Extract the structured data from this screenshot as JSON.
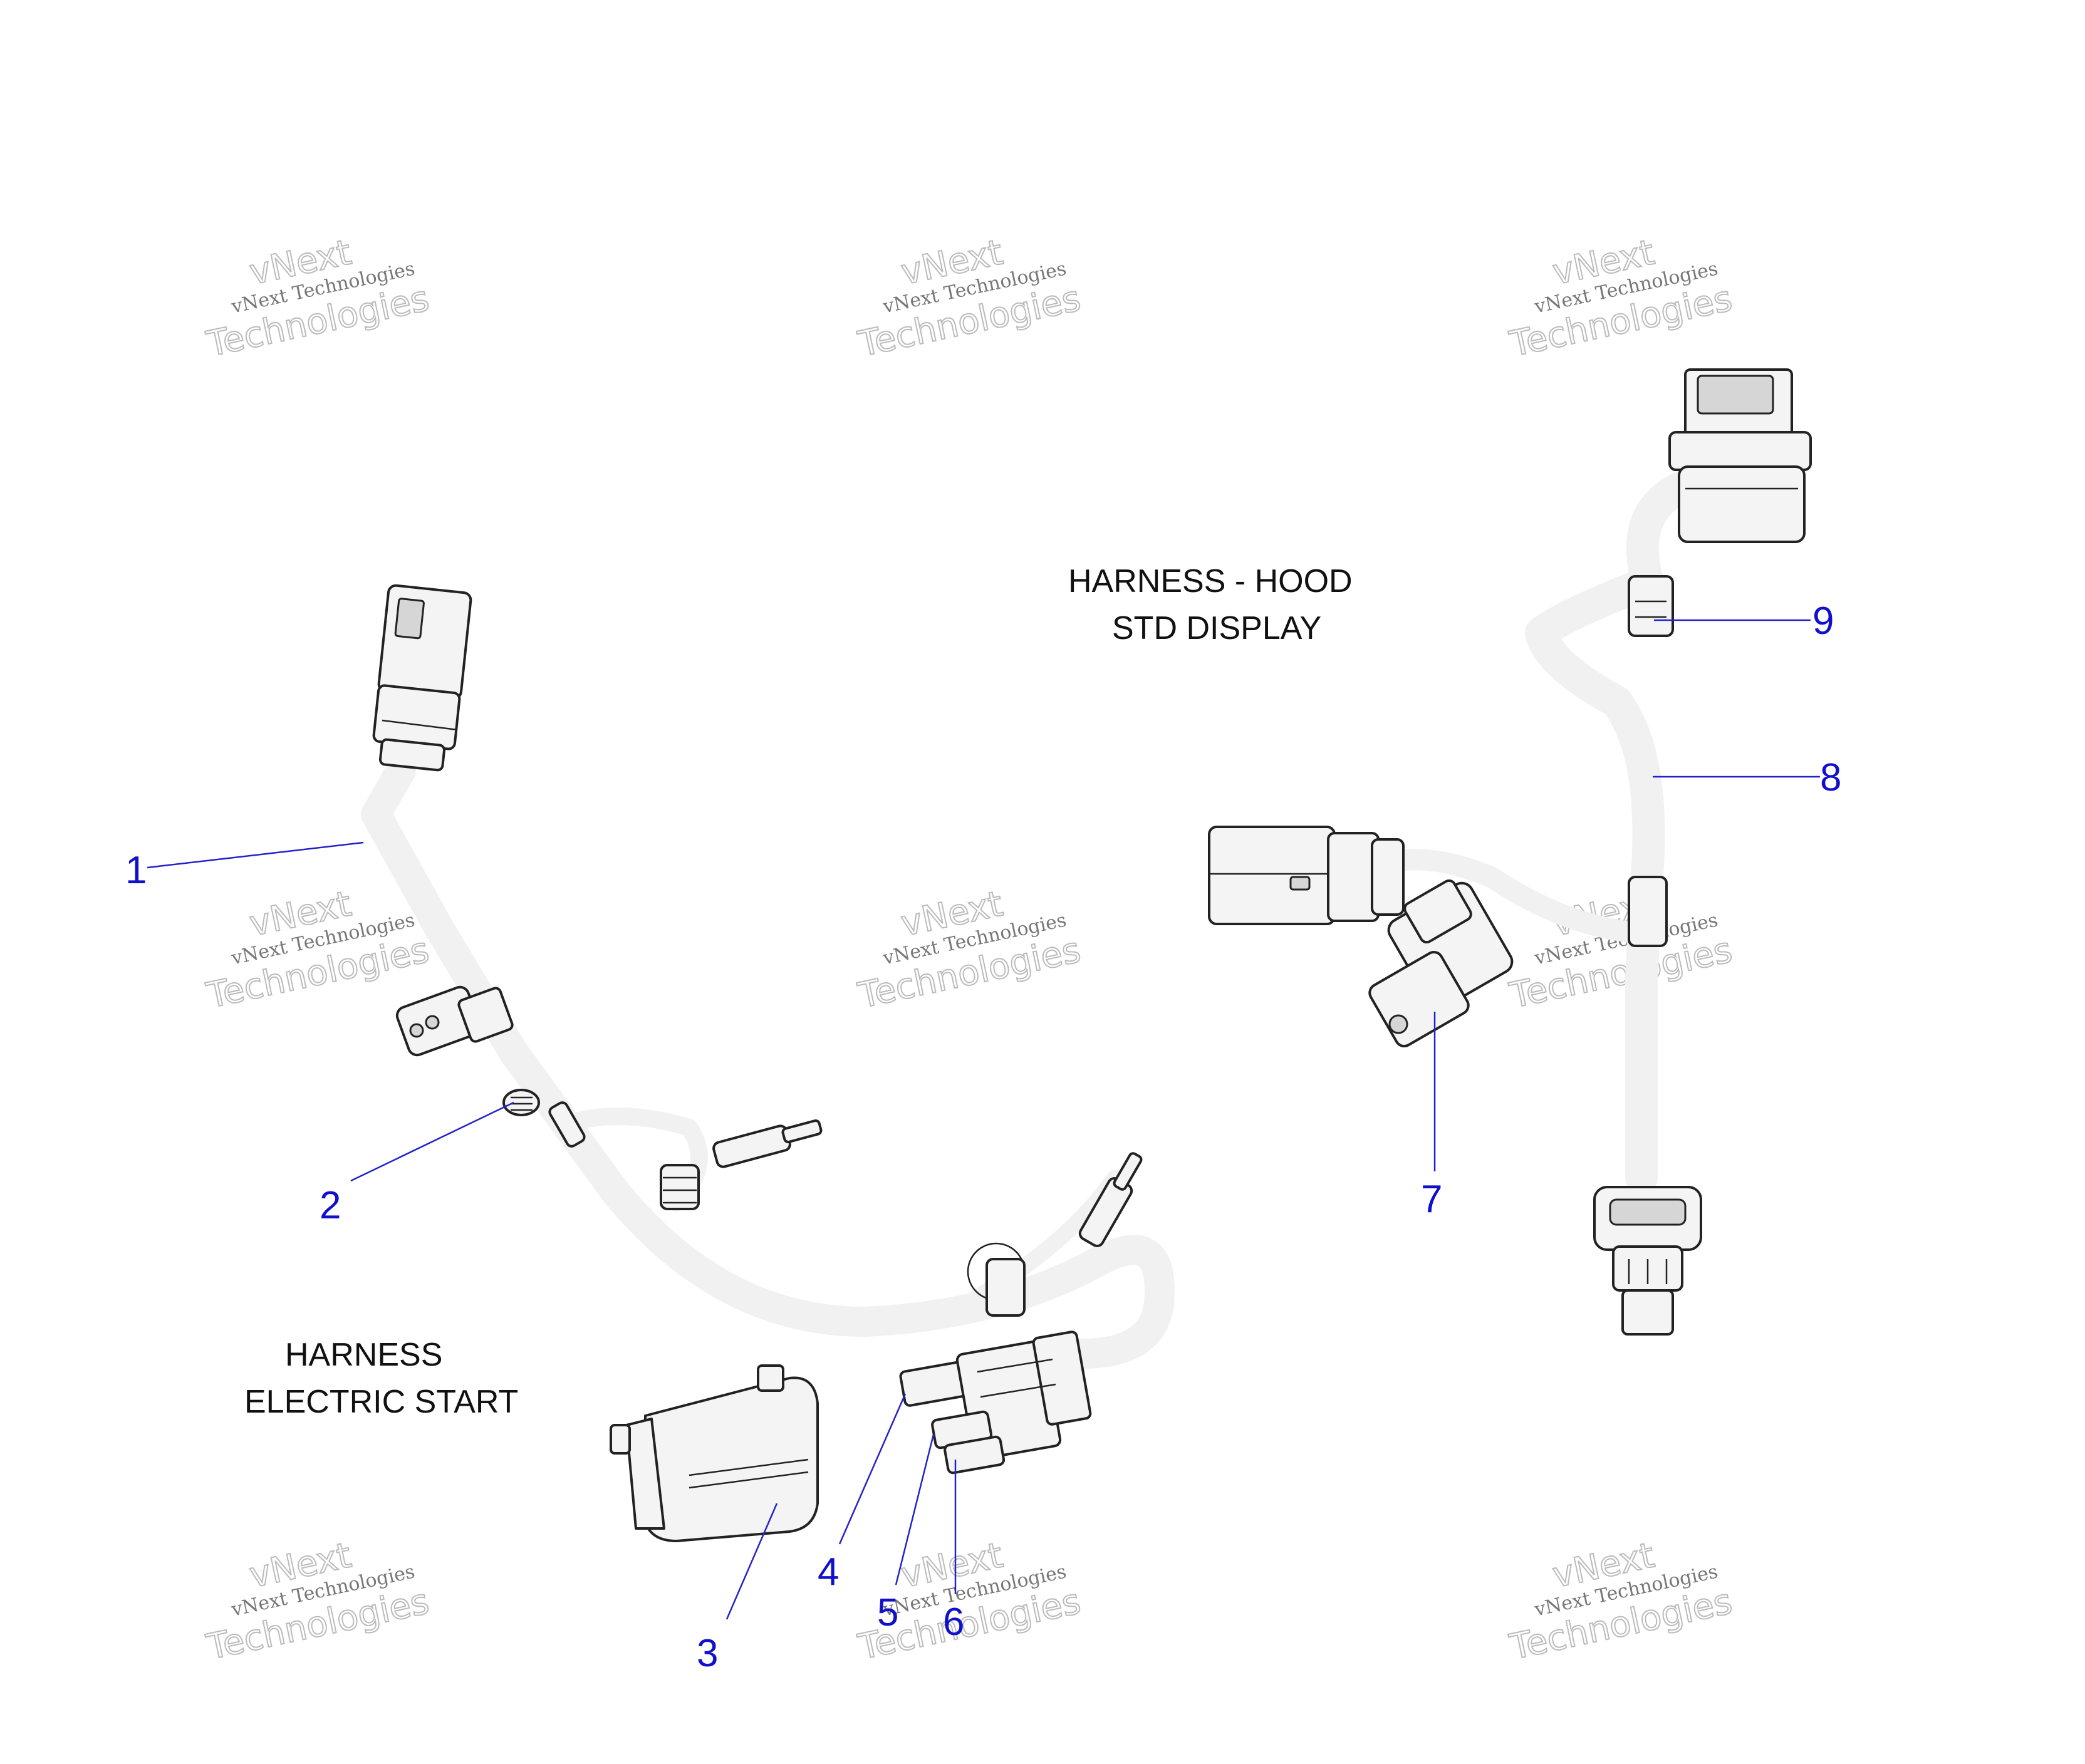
{
  "labels": {
    "hood_line1": "HARNESS - HOOD",
    "hood_line2": "STD DISPLAY",
    "electric_line1": "HARNESS",
    "electric_line2": "ELECTRIC START"
  },
  "callouts": [
    "1",
    "2",
    "3",
    "4",
    "5",
    "6",
    "7",
    "8",
    "9"
  ],
  "watermark": {
    "line1": "vNext Technologies",
    "line2": "vNext",
    "line3": "Technologies"
  },
  "colors": {
    "callout": "#1010cc",
    "line_art": "#222222",
    "watermark": "#999999"
  }
}
